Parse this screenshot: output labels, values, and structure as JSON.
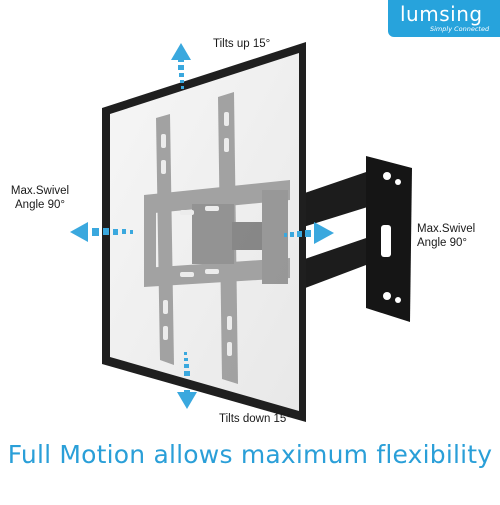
{
  "brand": {
    "name": "lumsing",
    "tagline": "Simply Connected",
    "color": "#27a3dc"
  },
  "labels": {
    "tilt_up": "Tilts up 15°",
    "tilt_down": "Tilts down 15°",
    "swivel_left_line1": "Max.Swivel",
    "swivel_left_line2": "Angle 90°",
    "swivel_right_line1": "Max.Swivel",
    "swivel_right_line2": "Angle 90°"
  },
  "headline": "Full Motion allows maximum flexibility",
  "colors": {
    "accent": "#2a9fd8",
    "arrow": "#3aa8de",
    "tv_frame": "#1f1f1f",
    "tv_screen": "#f1f1f1",
    "bracket_ghost": "#9a9a9a",
    "arm": "#1c1c1c"
  }
}
